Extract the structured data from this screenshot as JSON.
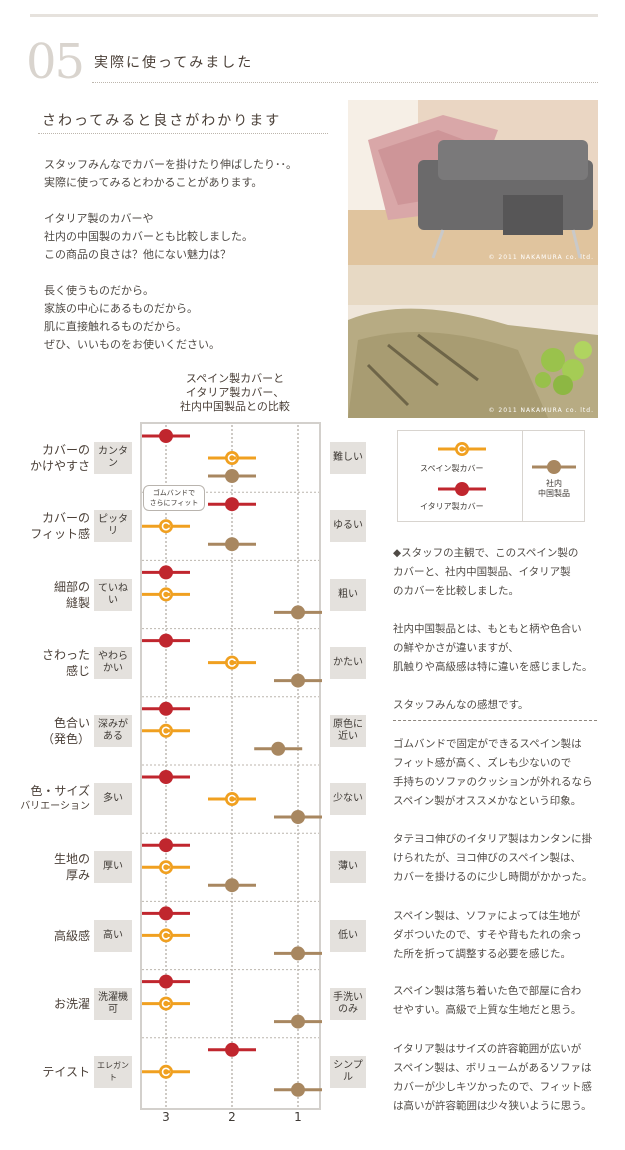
{
  "section": {
    "number": "05",
    "title": "実際に使ってみました",
    "subtitle": "さわってみると良さがわかります"
  },
  "intro": [
    "スタッフみんなでカバーを掛けたり伸ばしたり･･。",
    "実際に使ってみるとわかることがあります。",
    "",
    "イタリア製のカバーや",
    "社内の中国製のカバーとも比較しました。",
    "この商品の良さは？他にない魅力は？",
    "",
    "長く使うものだから。",
    "家族の中心にあるものだから。",
    "肌に直接触れるものだから。",
    "ぜひ、いいものをお使いください。"
  ],
  "photos": {
    "copyright1": "© 2011 NAKAMURA co. ltd.",
    "copyright2": "© 2011 NAKAMURA co. ltd."
  },
  "comparison_heading": [
    "スペイン製カバーと",
    "イタリア製カバー、",
    "社内中国製品との比較"
  ],
  "legend": {
    "spain": "スペイン製カバー",
    "italy": "イタリア製カバー",
    "china": "社内\n中国製品"
  },
  "colors": {
    "spain": "#f0a020",
    "italy": "#c0262e",
    "china": "#a88760"
  },
  "callout": [
    "ゴムバンドで",
    "さらにフィット"
  ],
  "chart_data": {
    "type": "scatter",
    "x_ticks": [
      "3",
      "2",
      "1"
    ],
    "rows": [
      {
        "category": "カバーの\nかけやすさ",
        "left": "カンタン",
        "right": "難しい",
        "italy": 3,
        "spain": 2,
        "china": 2
      },
      {
        "category": "カバーの\nフィット感",
        "left": "ピッタリ",
        "right": "ゆるい",
        "italy": 2,
        "spain": 3,
        "china": 2
      },
      {
        "category": "細部の\n縫製",
        "left": "ていねい",
        "right": "粗い",
        "italy": 3,
        "spain": 3,
        "china": 1
      },
      {
        "category": "さわった\n感じ",
        "left": "やわら\nかい",
        "right": "かたい",
        "italy": 3,
        "spain": 2,
        "china": 1
      },
      {
        "category": "色合い\n（発色）",
        "left": "深みが\nある",
        "right": "原色に\n近い",
        "italy": 3,
        "spain": 3,
        "china": 1.3
      },
      {
        "category": "色・サイズ\nバリエーション",
        "left": "多い",
        "right": "少ない",
        "italy": 3,
        "spain": 2,
        "china": 1
      },
      {
        "category": "生地の\n厚み",
        "left": "厚い",
        "right": "薄い",
        "italy": 3,
        "spain": 3,
        "china": 2
      },
      {
        "category": "高級感",
        "left": "高い",
        "right": "低い",
        "italy": 3,
        "spain": 3,
        "china": 1
      },
      {
        "category": "お洗濯",
        "left": "洗濯機\n可",
        "right": "手洗い\nのみ",
        "italy": 3,
        "spain": 3,
        "china": 1
      },
      {
        "category": "テイスト",
        "left": "エレガント",
        "right": "シンプル",
        "italy": 2,
        "spain": 3,
        "china": 1
      }
    ]
  },
  "comments": [
    [
      "◆スタッフの主観で、このスペイン製の",
      "カバーと、社内中国製品、イタリア製",
      "のカバーを比較しました。"
    ],
    [
      "社内中国製品とは、もともと柄や色合い",
      "の鮮やかさが違いますが、",
      "肌触りや高級感は特に違いを感じました。"
    ],
    [
      "スタッフみんなの感想です。"
    ],
    [
      "ゴムバンドで固定ができるスペイン製は",
      "フィット感が高く、ズレも少ないので",
      "手持ちのソファのクッションが外れるなら",
      "スペイン製がオススメかなという印象。"
    ],
    [
      "タテヨコ伸びのイタリア製はカンタンに掛",
      "けられたが、ヨコ伸びのスペイン製は、",
      "カバーを掛けるのに少し時間がかかった。"
    ],
    [
      "スペイン製は、ソファによっては生地が",
      "ダボついたので、すそや背もたれの余っ",
      "た所を折って調整する必要を感じた。"
    ],
    [
      "スペイン製は落ち着いた色で部屋に合わ",
      "せやすい。高級で上質な生地だと思う。"
    ],
    [
      "イタリア製はサイズの許容範囲が広いが",
      "スペイン製は、ボリュームがあるソファは",
      "カバーが少しキツかったので、フィット感",
      "は高いが許容範囲は少々狭いように思う。"
    ]
  ]
}
